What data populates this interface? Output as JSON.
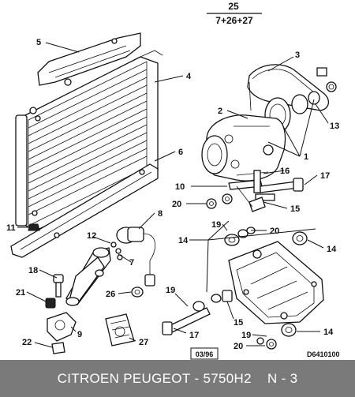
{
  "header": {
    "top_number": "25",
    "sub_numbers": "7+26+27"
  },
  "callouts": {
    "c1": "1",
    "c2": "2",
    "c3": "3",
    "c4": "4",
    "c5": "5",
    "c6": "6",
    "c7": "7",
    "c8": "8",
    "c9": "9",
    "c10": "10",
    "c11": "11",
    "c12": "12",
    "c13": "13",
    "c14a": "14",
    "c14b": "14",
    "c14c": "14",
    "c15a": "15",
    "c15b": "15",
    "c16": "16",
    "c17a": "17",
    "c17b": "17",
    "c18": "18",
    "c19a": "19",
    "c19b": "19",
    "c19c": "19",
    "c20a": "20",
    "c20b": "20",
    "c20c": "20",
    "c21": "21",
    "c22": "22",
    "c26": "26",
    "c27": "27"
  },
  "stamp_date": "03/96",
  "drawing_ref": "D6410100",
  "footer": {
    "brand": "CITROEN PEUGEOT",
    "separator": " - ",
    "part_number": "5750H2",
    "gap": "    ",
    "section": "N - 3"
  }
}
